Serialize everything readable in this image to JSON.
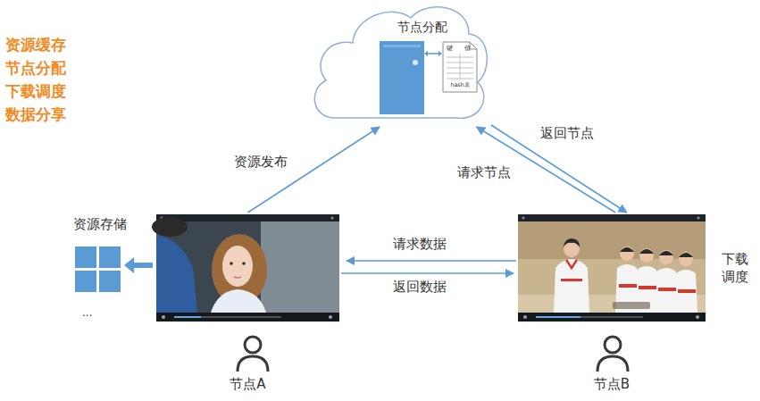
{
  "diagram": {
    "nodes": [
      {
        "text": [
          "节点分配"
        ]
      },
      {
        "text": [
          "键",
          "值",
          "hash表"
        ],
        "in": 0
      },
      {
        "text": [
          "节点A"
        ]
      },
      {
        "text": [
          "节点B"
        ]
      }
    ],
    "edges": [
      {
        "from": 2,
        "to": 0,
        "label": "资源发布",
        "arrow": "to"
      },
      {
        "from": 3,
        "to": 0,
        "label": "请求节点",
        "arrow": "to"
      },
      {
        "from": 0,
        "to": 3,
        "label": "返回节点",
        "arrow": "to"
      },
      {
        "from": 3,
        "to": 2,
        "label": "请求数据",
        "arrow": "to"
      },
      {
        "from": 2,
        "to": 3,
        "label": "返回数据",
        "arrow": "to"
      }
    ],
    "labels": [
      "资源缓存",
      "节点分配",
      "下载调度",
      "数据分享",
      "资源存储",
      "...",
      "下载调度"
    ]
  }
}
